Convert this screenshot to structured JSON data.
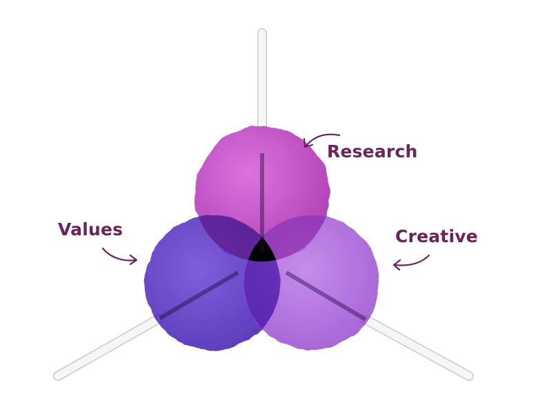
{
  "diagram": {
    "labels": {
      "research": "Research",
      "values": "Values",
      "creative": "Creative"
    },
    "colors": {
      "label_text": "#6b2358",
      "research": "#c23fc4",
      "values": "#4f1fc2",
      "creative": "#a54ade",
      "center": "#000000",
      "stick": "#f4f4f4",
      "stick_outline": "#c9c9c9"
    },
    "icons": [
      "curved-arrow-icon",
      "lollipop-stick"
    ]
  }
}
